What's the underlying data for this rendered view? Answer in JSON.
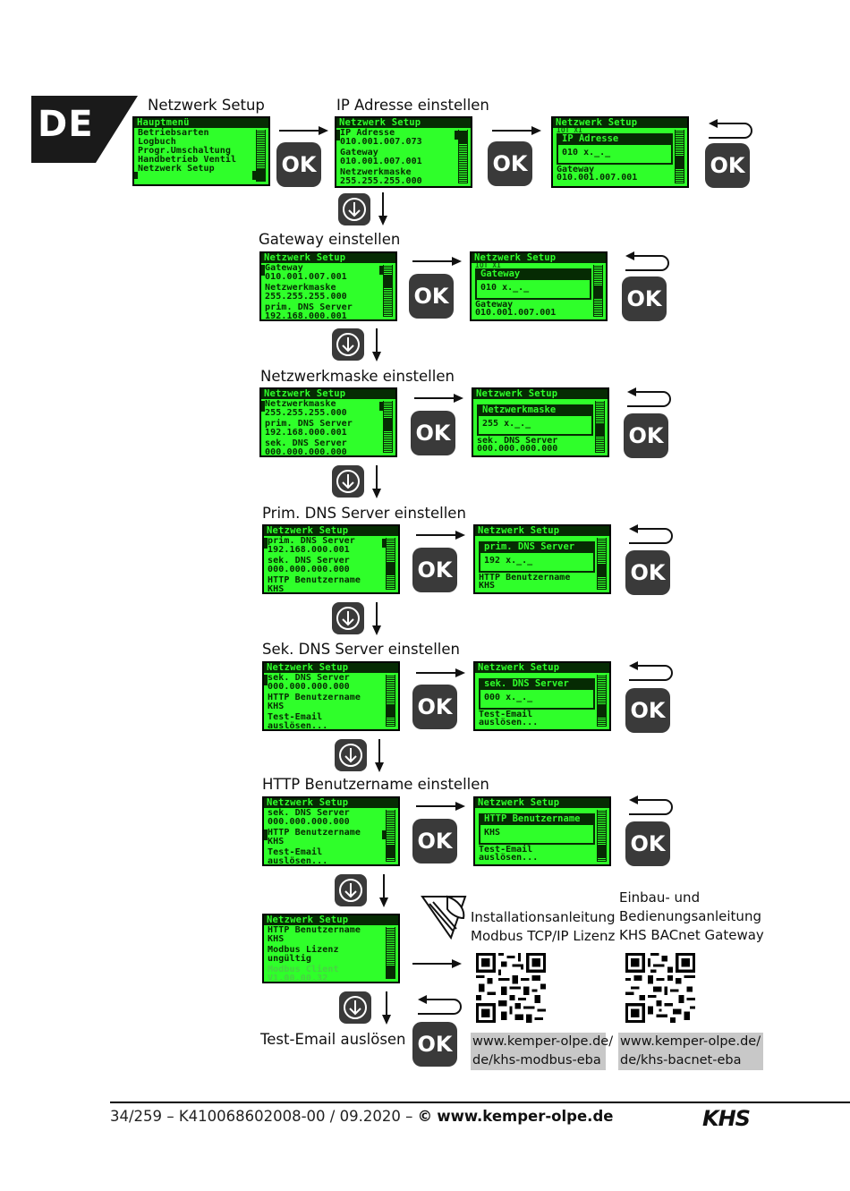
{
  "tab_label": "DE",
  "ok_label": "OK",
  "titles": {
    "netzwerk_setup": "Netzwerk Setup",
    "ip": "IP Adresse einstellen",
    "gateway": "Gateway einstellen",
    "maske": "Netzwerkmaske einstellen",
    "pdns": "Prim. DNS Server einstellen",
    "sdns": "Sek. DNS Server einstellen",
    "http": "HTTP Benutzername einstellen",
    "testmail": "Test-Email auslösen"
  },
  "screens": {
    "hauptmenu": {
      "header": "Hauptmenü",
      "lines": [
        "Betriebsarten",
        "Logbuch",
        "Progr.Umschaltung",
        "Handbetrieb Ventil",
        "Netzwerk Setup"
      ]
    },
    "ip_list": {
      "header": "Netzwerk Setup",
      "lines": [
        "IP Adresse",
        "010.001.007.073",
        "Gateway",
        "010.001.007.001",
        "Netzwerkmaske",
        "255.255.255.000"
      ]
    },
    "ip_edit": {
      "header": "Netzwerk Setup",
      "ghost": "IOT XI",
      "title": "IP Adresse",
      "value": "010  x._._",
      "after": [
        "Gateway",
        "010.001.007.001"
      ]
    },
    "gw_list": {
      "header": "Netzwerk Setup",
      "lines": [
        "Gateway",
        "010.001.007.001",
        "Netzwerkmaske",
        "255.255.255.000",
        "prim. DNS Server",
        "192.168.000.001"
      ]
    },
    "gw_edit": {
      "header": "Netzwerk Setup",
      "ghost": "IOT XI",
      "title": "Gateway",
      "value": "010  x._._",
      "after": [
        "Gateway",
        "010.001.007.001"
      ]
    },
    "nm_list": {
      "header": "Netzwerk Setup",
      "lines": [
        "Netzwerkmaske",
        "255.255.255.000",
        "prim. DNS Server",
        "192.168.000.001",
        "sek. DNS Server",
        "000.000.000.000"
      ]
    },
    "nm_edit": {
      "header": "Netzwerk Setup",
      "ghost": "",
      "title": "Netzwerkmaske",
      "value": "255  x._._",
      "after": [
        "sek. DNS Server",
        "000.000.000.000"
      ]
    },
    "pd_list": {
      "header": "Netzwerk Setup",
      "lines": [
        "prim. DNS Server",
        "192.168.000.001",
        "sek. DNS Server",
        "000.000.000.000",
        "HTTP Benutzername",
        "KHS"
      ]
    },
    "pd_edit": {
      "header": "Netzwerk Setup",
      "ghost": "",
      "title": "prim. DNS Server",
      "value": "192  x._._",
      "after": [
        "HTTP Benutzername",
        "KHS"
      ]
    },
    "sd_list": {
      "header": "Netzwerk Setup",
      "lines": [
        "sek. DNS Server",
        "000.000.000.000",
        "HTTP Benutzername",
        "KHS",
        "Test-Email",
        "auslösen..."
      ]
    },
    "sd_edit": {
      "header": "Netzwerk Setup",
      "ghost": "",
      "title": "sek. DNS Server",
      "value": "000  x._._",
      "after": [
        "Test-Email",
        "auslösen..."
      ]
    },
    "ht_list": {
      "header": "Netzwerk Setup",
      "lines": [
        "sek. DNS Server",
        "000.000.000.000",
        "HTTP Benutzername",
        "KHS",
        "Test-Email",
        "auslösen..."
      ]
    },
    "ht_edit": {
      "header": "Netzwerk Setup",
      "ghost": "",
      "title": "HTTP Benutzername",
      "value": "KHS",
      "after": [
        "Test-Email",
        "auslösen..."
      ]
    },
    "tm_list": {
      "header": "Netzwerk Setup",
      "lines": [
        "HTTP Benutzername",
        "KHS",
        "Modbus Lizenz",
        "ungültig",
        "Modbus Client",
        "V1.00.00.32"
      ]
    }
  },
  "docs": {
    "modbus": {
      "title_lines": [
        "Installationsanleitung",
        "Modbus TCP/IP Lizenz"
      ],
      "url_lines": [
        "www.kemper-olpe.de/",
        "de/khs-modbus-eba"
      ]
    },
    "bacnet": {
      "title_lines": [
        "Einbau- und",
        "Bedienungsanleitung",
        "KHS BACnet Gateway"
      ],
      "url_lines": [
        "www.kemper-olpe.de/",
        "de/khs-bacnet-eba"
      ]
    }
  },
  "footer": {
    "page": "34/259",
    "doc": "K410068602008-00 / 09.2020",
    "sep": "–",
    "copyright": "©",
    "website": "www.kemper-olpe.de",
    "brand": "KHS"
  }
}
